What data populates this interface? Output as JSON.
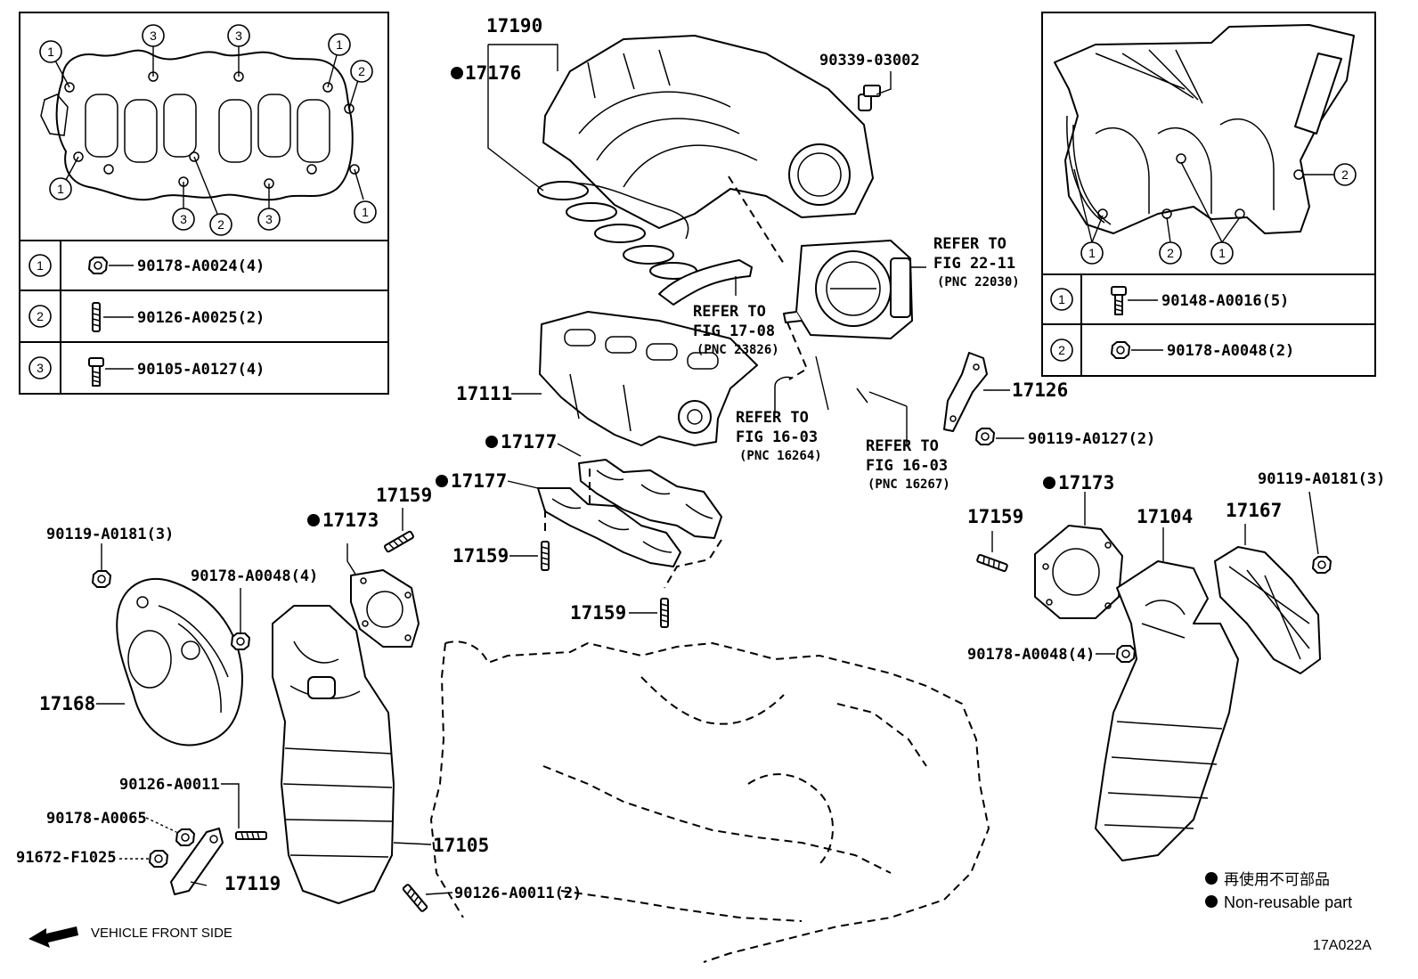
{
  "diagram": {
    "code": "17A022A",
    "front_label": "VEHICLE FRONT SIDE",
    "legend": {
      "jp": "再使用不可部品",
      "en": "Non-reusable part"
    },
    "callouts": [
      {
        "id": "p17190",
        "text": "17190"
      },
      {
        "id": "p17176",
        "text": "17176",
        "nonreusable": true
      },
      {
        "id": "p90339",
        "text": "90339-03002"
      },
      {
        "id": "p17111",
        "text": "17111"
      },
      {
        "id": "p17177a",
        "text": "17177",
        "nonreusable": true
      },
      {
        "id": "p17177b",
        "text": "17177",
        "nonreusable": true
      },
      {
        "id": "p17159a",
        "text": "17159"
      },
      {
        "id": "p17159b",
        "text": "17159"
      },
      {
        "id": "p17159c",
        "text": "17159"
      },
      {
        "id": "p17159d",
        "text": "17159"
      },
      {
        "id": "p17173a",
        "text": "17173",
        "nonreusable": true
      },
      {
        "id": "p17173b",
        "text": "17173",
        "nonreusable": true
      },
      {
        "id": "p90119a",
        "text": "90119-A0181(3)"
      },
      {
        "id": "p90119b",
        "text": "90119-A0181(3)"
      },
      {
        "id": "p90119c",
        "text": "90119-A0127(2)"
      },
      {
        "id": "p90178a",
        "text": "90178-A0048(4)"
      },
      {
        "id": "p90178b",
        "text": "90178-A0048(4)"
      },
      {
        "id": "p17168",
        "text": "17168"
      },
      {
        "id": "p90126a",
        "text": "90126-A0011"
      },
      {
        "id": "p90178c",
        "text": "90178-A0065"
      },
      {
        "id": "p91672",
        "text": "91672-F1025"
      },
      {
        "id": "p17119",
        "text": "17119"
      },
      {
        "id": "p17105",
        "text": "17105"
      },
      {
        "id": "p90126b",
        "text": "90126-A0011(2)"
      },
      {
        "id": "p17126",
        "text": "17126"
      },
      {
        "id": "p17104",
        "text": "17104"
      },
      {
        "id": "p17167",
        "text": "17167"
      }
    ],
    "references": [
      {
        "id": "r1",
        "line1": "REFER TO",
        "line2": "FIG 22-11",
        "line3": "(PNC 22030)"
      },
      {
        "id": "r2",
        "line1": "REFER TO",
        "line2": "FIG 17-08",
        "line3": "(PNC 23826)"
      },
      {
        "id": "r3",
        "line1": "REFER TO",
        "line2": "FIG 16-03",
        "line3": "(PNC 16264)"
      },
      {
        "id": "r4",
        "line1": "REFER TO",
        "line2": "FIG 16-03",
        "line3": "(PNC 16267)"
      }
    ],
    "left_inset": {
      "markers": [
        "1",
        "3",
        "3",
        "1",
        "2",
        "1",
        "3",
        "2",
        "3",
        "1"
      ],
      "table": [
        {
          "key": "1",
          "part": "90178-A0024(4)",
          "icon": "nut-icon"
        },
        {
          "key": "2",
          "part": "90126-A0025(2)",
          "icon": "stud-icon"
        },
        {
          "key": "3",
          "part": "90105-A0127(4)",
          "icon": "bolt-icon"
        }
      ]
    },
    "right_inset": {
      "markers": [
        "2",
        "1",
        "2",
        "1"
      ],
      "table": [
        {
          "key": "1",
          "part": "90148-A0016(5)",
          "icon": "bolt-icon"
        },
        {
          "key": "2",
          "part": "90178-A0048(2)",
          "icon": "nut-icon"
        }
      ]
    }
  }
}
